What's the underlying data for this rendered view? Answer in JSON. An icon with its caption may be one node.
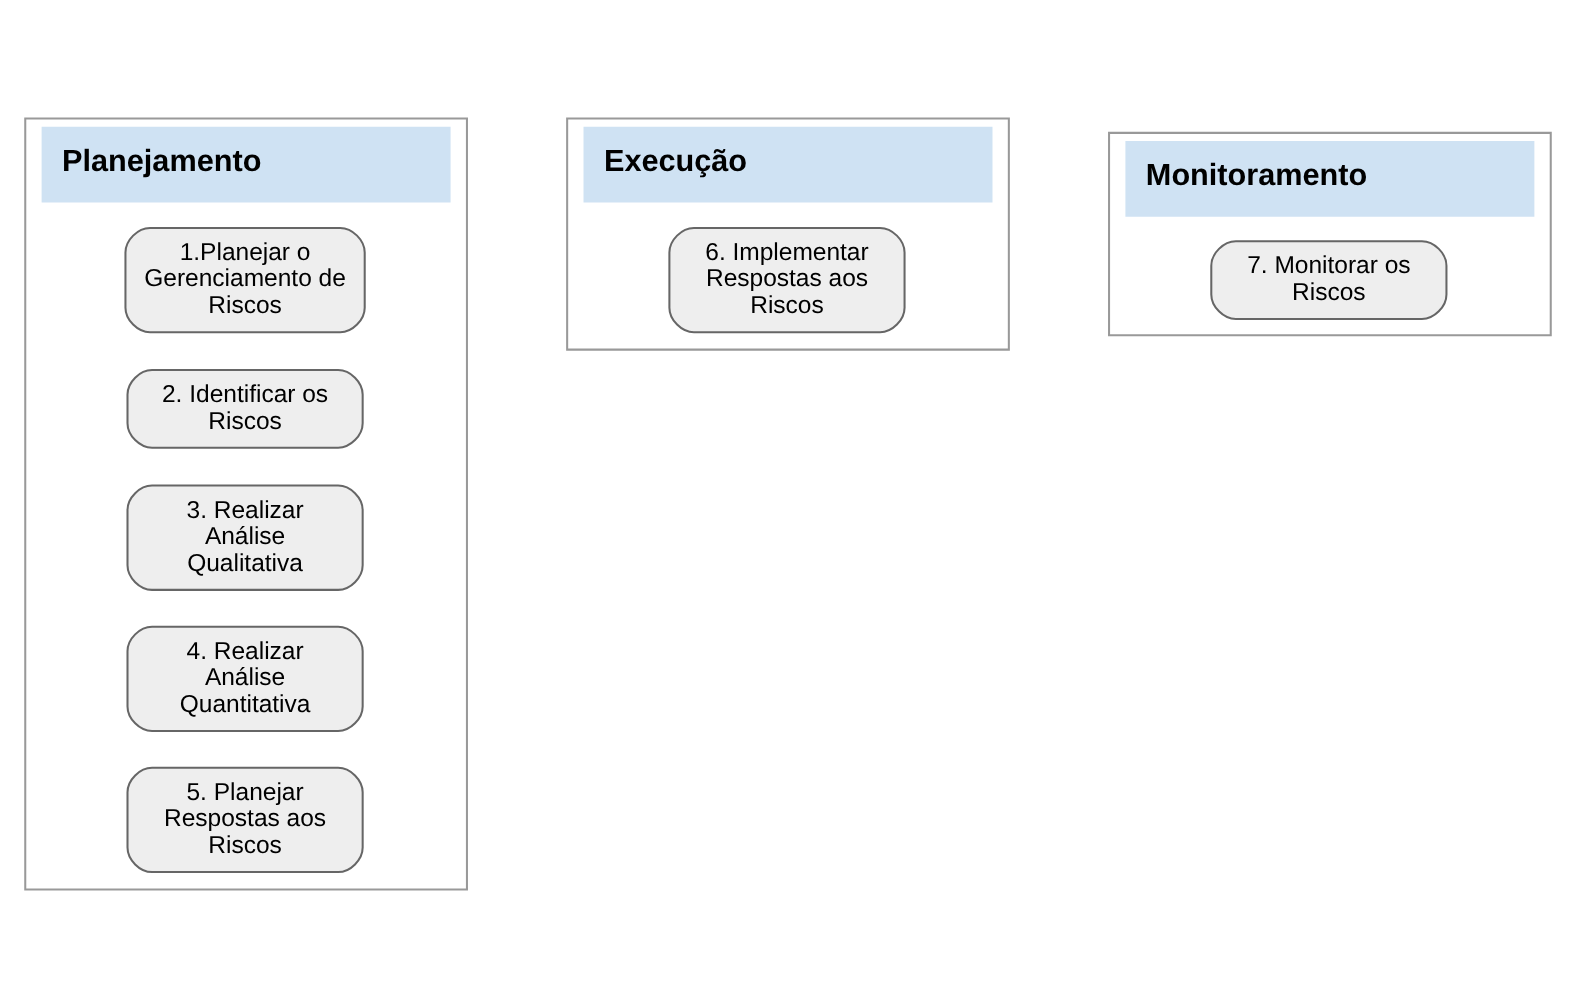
{
  "diagram": {
    "nodes": [
      {
        "text": [
          "Planejamento"
        ]
      },
      {
        "text": [
          "1.Planejar o Gerenciamento de Riscos"
        ],
        "in": 0
      },
      {
        "text": [
          "2. Identificar os Riscos"
        ],
        "in": 0
      },
      {
        "text": [
          "3. Realizar Análise Qualitativa"
        ],
        "in": 0
      },
      {
        "text": [
          "4. Realizar Análise Quantitativa"
        ],
        "in": 0
      },
      {
        "text": [
          "5. Planejar Respostas aos Riscos"
        ],
        "in": 0
      },
      {
        "text": [
          "Execução"
        ]
      },
      {
        "text": [
          "6. Implementar Respostas aos Riscos"
        ],
        "in": 6
      },
      {
        "text": [
          "Monitoramento"
        ]
      },
      {
        "text": [
          "7. Monitorar os Riscos"
        ],
        "in": 8
      }
    ],
    "edges": []
  }
}
